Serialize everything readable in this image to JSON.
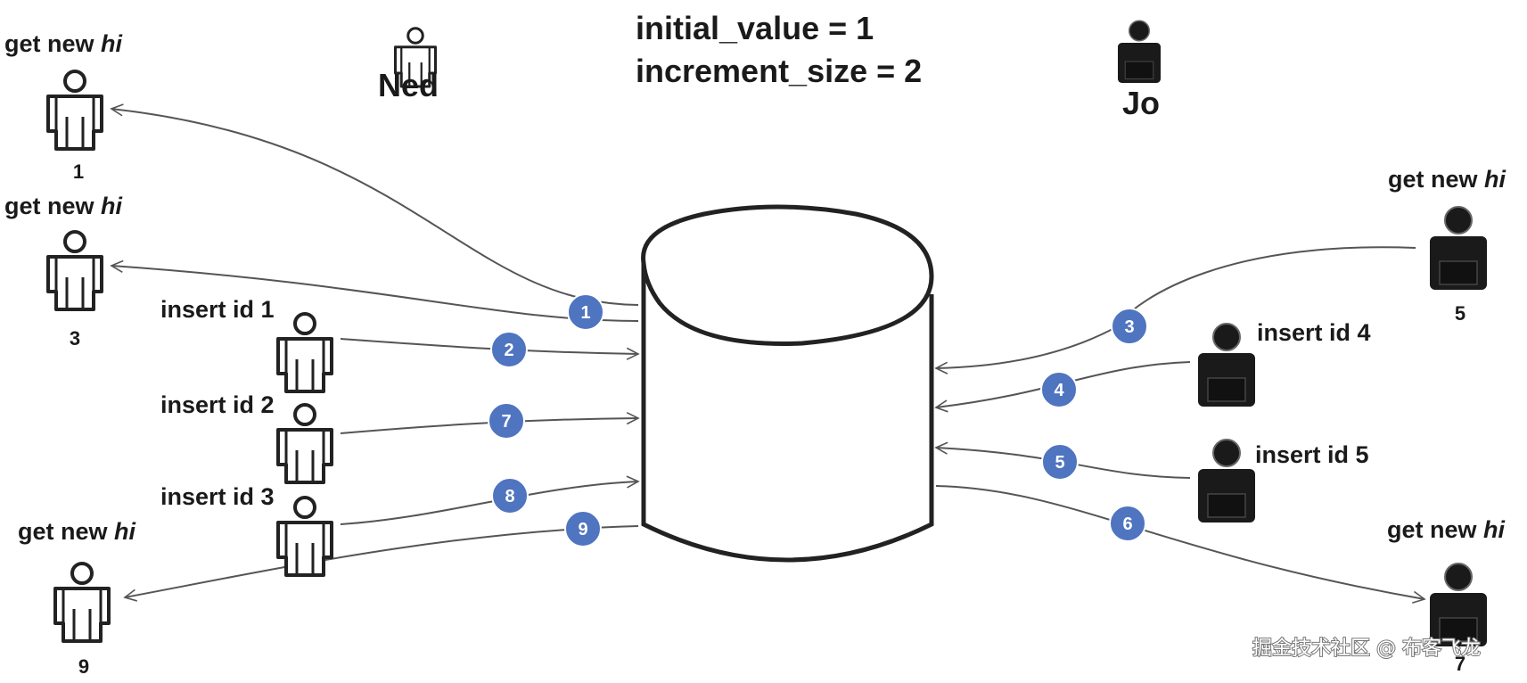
{
  "header": {
    "line1": "initial_value = 1",
    "line2": "increment_size = 2",
    "user_left": "Ned",
    "user_right": "Jo"
  },
  "left": {
    "get_a": {
      "prefix": "get new ",
      "emph": "hi",
      "id": "1"
    },
    "get_b": {
      "prefix": "get new ",
      "emph": "hi",
      "id": "3"
    },
    "get_c": {
      "prefix": "get new ",
      "emph": "hi",
      "id": "9"
    },
    "insert_1": "insert id 1",
    "insert_2": "insert id 2",
    "insert_3": "insert id 3"
  },
  "right": {
    "get_a": {
      "prefix": "get new ",
      "emph": "hi",
      "id": "5"
    },
    "get_b": {
      "prefix": "get new ",
      "emph": "hi",
      "id": "7"
    },
    "insert_4": "insert id  4",
    "insert_5": "insert id  5"
  },
  "steps": {
    "s1": "1",
    "s2": "2",
    "s3": "3",
    "s4": "4",
    "s5": "5",
    "s6": "6",
    "s7": "7",
    "s8": "8",
    "s9": "9"
  },
  "watermark": "掘金技术社区 @ 布客飞龙",
  "colors": {
    "badge": "#4f74c0",
    "badge_stroke": "#ffffff",
    "ned_user": "#ffffff",
    "jo_user": "#1a1a1a",
    "line": "#555555"
  }
}
